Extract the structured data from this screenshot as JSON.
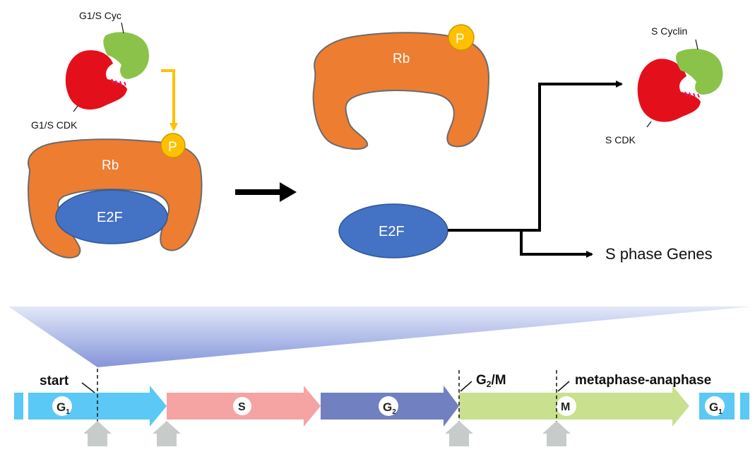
{
  "colors": {
    "rb": "#ED7D31",
    "rb_outline": "#6B6B6B",
    "e2f": "#4472C4",
    "phospho": "#FFC000",
    "cyclin_green": "#8BC34A",
    "cdk_red": "#E3101C",
    "g1": "#5BC8F5",
    "s_phase": "#F5A3A3",
    "g2": "#7080C0",
    "m_phase": "#C9E08F",
    "marker_arrow": "#C7CCCB"
  },
  "left_complex": {
    "cyclin_label": "G1/S Cyc",
    "cdk_label": "G1/S CDK",
    "phospho_label": "P",
    "rb_label": "Rb",
    "e2f_label": "E2F"
  },
  "middle": {
    "rb_label": "Rb",
    "phospho_label": "P",
    "e2f_label": "E2F"
  },
  "right_complex": {
    "cyclin_label": "S Cyclin",
    "cdk_label": "S CDK"
  },
  "genes_label": "S phase Genes",
  "cell_cycle": {
    "phases": [
      {
        "label": "G",
        "sub": "1"
      },
      {
        "label": "S",
        "sub": ""
      },
      {
        "label": "G",
        "sub": "2"
      },
      {
        "label": "M",
        "sub": ""
      },
      {
        "label": "G",
        "sub": "1"
      }
    ],
    "checkpoints": [
      {
        "label": "start",
        "sub": "",
        "suffix": ""
      },
      {
        "label": "G",
        "sub": "2",
        "suffix": "/M"
      },
      {
        "label": "metaphase-anaphase",
        "sub": "",
        "suffix": ""
      }
    ]
  }
}
